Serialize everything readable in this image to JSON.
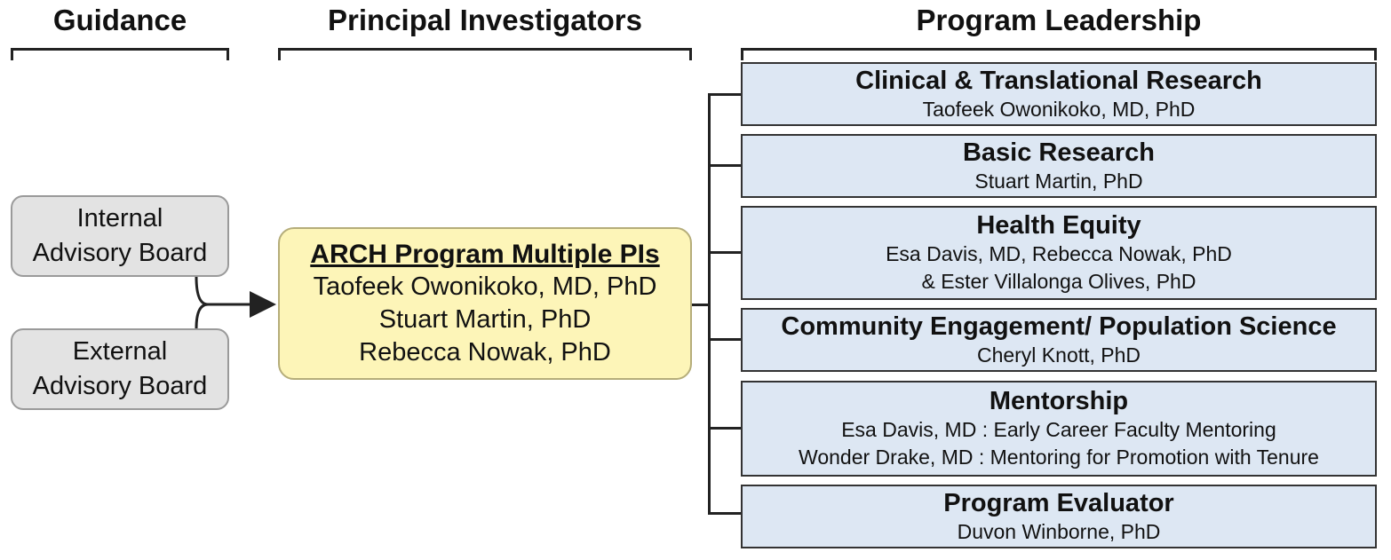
{
  "headers": {
    "guidance": "Guidance",
    "principal_investigators": "Principal Investigators",
    "program_leadership": "Program Leadership"
  },
  "guidance": {
    "internal": [
      "Internal",
      "Advisory Board"
    ],
    "external": [
      "External",
      "Advisory Board"
    ]
  },
  "pi_box": {
    "title": "ARCH Program Multiple PIs",
    "names": [
      "Taofeek Owonikoko, MD, PhD",
      "Stuart Martin, PhD",
      "Rebecca Nowak, PhD"
    ]
  },
  "leadership": [
    {
      "title": "Clinical & Translational Research",
      "lines": [
        "Taofeek Owonikoko, MD, PhD"
      ]
    },
    {
      "title": "Basic Research",
      "lines": [
        "Stuart Martin, PhD"
      ]
    },
    {
      "title": "Health Equity",
      "lines": [
        "Esa Davis, MD, Rebecca Nowak, PhD",
        "& Ester Villalonga Olives, PhD"
      ]
    },
    {
      "title": "Community Engagement/ Population Science",
      "lines": [
        "Cheryl Knott, PhD"
      ]
    },
    {
      "title": "Mentorship",
      "lines": [
        "Esa Davis, MD : Early Career Faculty Mentoring",
        "Wonder Drake, MD : Mentoring for Promotion with Tenure"
      ]
    },
    {
      "title": "Program Evaluator",
      "lines": [
        "Duvon Winborne, PhD"
      ]
    }
  ],
  "colors": {
    "guidance_fill": "#e3e3e3",
    "pi_fill": "#fdf5b8",
    "leadership_fill": "#dde7f3"
  }
}
